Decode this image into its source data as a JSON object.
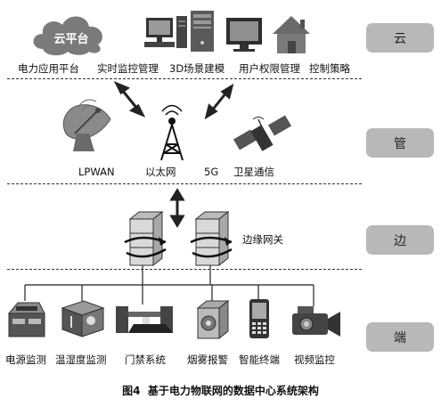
{
  "layers": [
    {
      "label": "云"
    },
    {
      "label": "管"
    },
    {
      "label": "边"
    },
    {
      "label": "端"
    }
  ],
  "cloud": {
    "badge": "云平台",
    "apps": [
      "电力应用平台",
      "实时监控管理",
      "3D场景建模",
      "用户权限管理",
      "控制策略"
    ]
  },
  "pipe": {
    "networks": [
      "LPWAN",
      "以太网",
      "5G",
      "卫星通信"
    ]
  },
  "edge": {
    "gateway_label": "边缘网关"
  },
  "terminal": {
    "devices": [
      "电源监测",
      "温湿度监测",
      "门禁系统",
      "烟雾报警",
      "智能终端",
      "视频监控"
    ]
  },
  "caption": {
    "fig_no": "图4",
    "title": "基于电力物联网的数据中心系统架构"
  }
}
